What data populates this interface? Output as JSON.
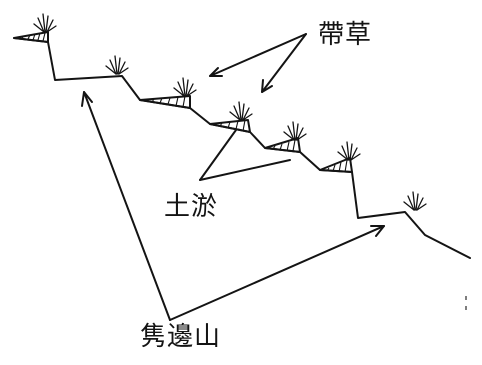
{
  "labels": {
    "grass_strip": "帶草",
    "soil_silt": "土淤",
    "slope": "隽邊山"
  }
}
